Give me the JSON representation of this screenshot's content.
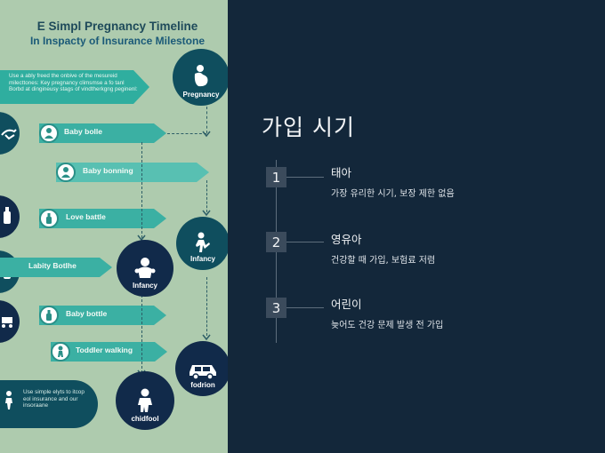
{
  "infographic": {
    "title": "E Simpl Pregnancy Timeline",
    "subtitle": "In Inspacty of Insurance Milestone",
    "intro_text": "Use a ably freed the onbive of the mesureid milecttones: Key pregnancy climsmse a fo tanl Borbd at dingineusy stags of vindtherkgng peginenl:",
    "items": [
      {
        "label": "Baby bolle"
      },
      {
        "label": "Baby bonning"
      },
      {
        "label": "Love battle"
      },
      {
        "label": "Labity Botlhe"
      },
      {
        "label": "Baby bottle"
      },
      {
        "label": "Toddler walking"
      }
    ],
    "circles": [
      {
        "label": "Pregnancy",
        "icon": "pregnancy-icon"
      },
      {
        "label": "Infancy",
        "icon": "walking-child-icon"
      },
      {
        "label": "Infancy",
        "icon": "baby-icon"
      },
      {
        "label": "fodrion",
        "icon": "car-icon"
      },
      {
        "label": "chidfool",
        "icon": "toddler-icon"
      }
    ],
    "bottom_text": "Use simple elyts to itcop eol insurance and our insoraane",
    "colors": {
      "background": "#aecbae",
      "teal": "#3bb0a3",
      "dark_teal": "#0f4e5e",
      "navy": "#112a4a"
    }
  },
  "panel": {
    "heading": "가입 시기",
    "steps": [
      {
        "number": "1",
        "title": "태아",
        "description": "가장 유리한 시기, 보장 제한 없음"
      },
      {
        "number": "2",
        "title": "영유아",
        "description": "건강할 때 가입, 보험료 저렴"
      },
      {
        "number": "3",
        "title": "어린이",
        "description": "늦어도 건강 문제 발생 전 가입"
      }
    ],
    "colors": {
      "background": "#13273a",
      "step_box": "#3b4b5c",
      "line": "#5d6d7c"
    }
  }
}
